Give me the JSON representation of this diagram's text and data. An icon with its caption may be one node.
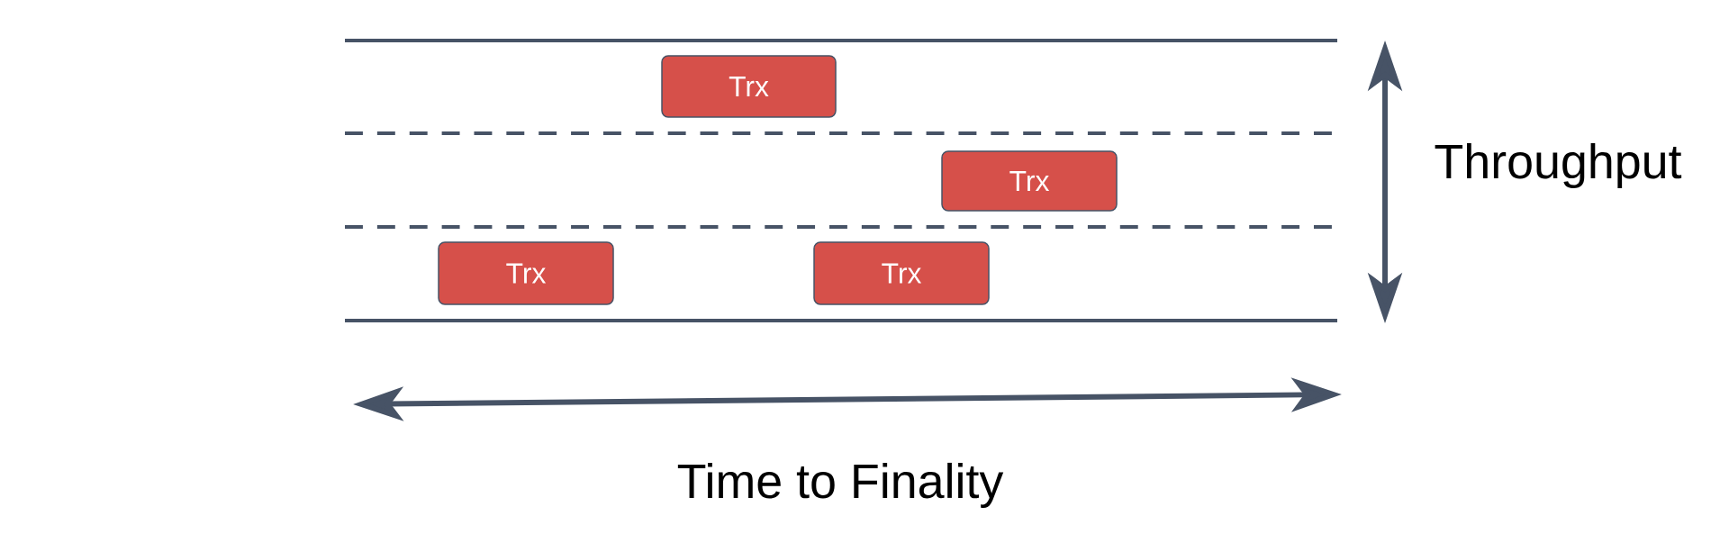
{
  "diagram": {
    "nodes": [
      {
        "text": [
          "Trx"
        ]
      },
      {
        "text": [
          "Trx"
        ]
      },
      {
        "text": [
          "Trx"
        ]
      },
      {
        "text": [
          "Trx"
        ]
      }
    ],
    "labels": [
      "Throughput",
      "Time to Finality"
    ]
  }
}
